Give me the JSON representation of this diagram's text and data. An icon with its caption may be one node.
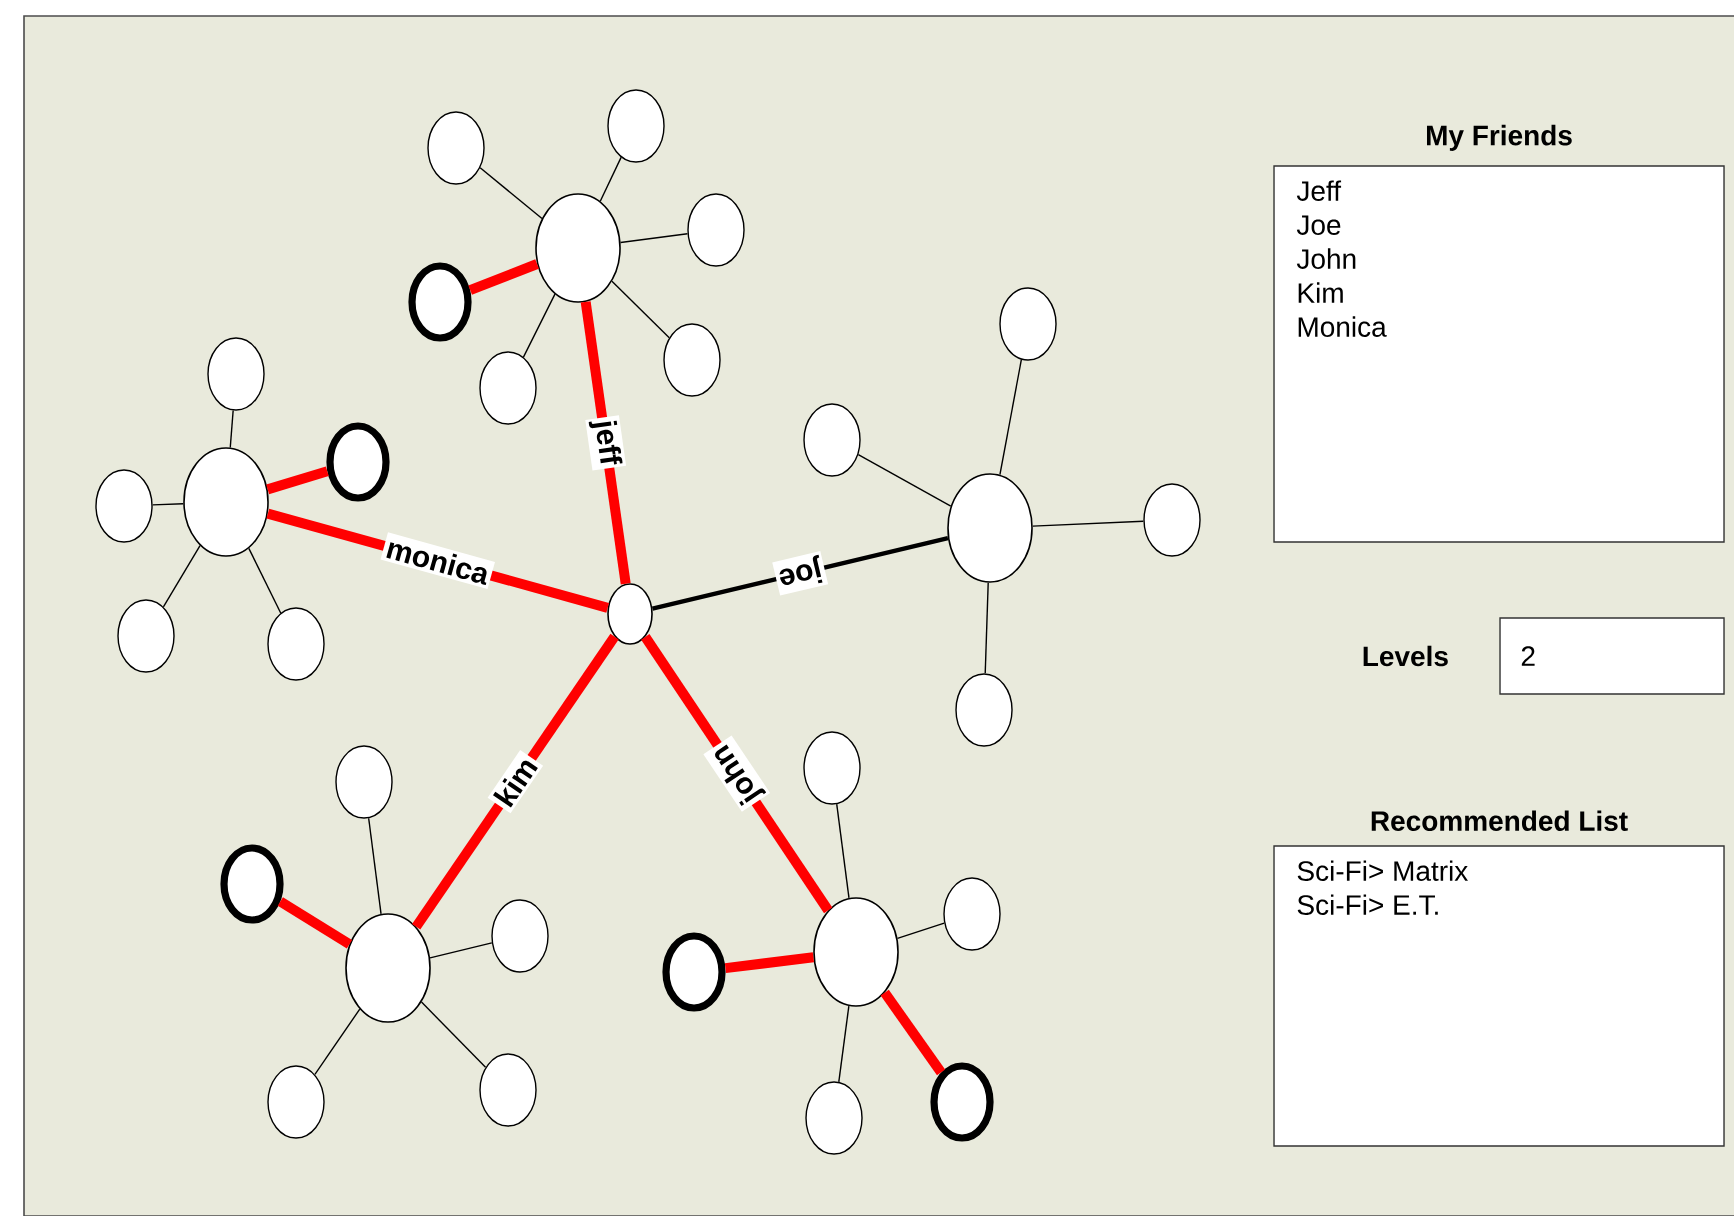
{
  "diagram": {
    "nodes": [
      {
        "text": [],
        "shape": "circle"
      },
      {
        "text": [],
        "shape": "circle"
      },
      {
        "text": [],
        "shape": "circle"
      },
      {
        "text": [],
        "shape": "circle"
      },
      {
        "text": [],
        "shape": "circle"
      },
      {
        "text": [],
        "shape": "circle"
      },
      {
        "text": [],
        "shape": "circle"
      },
      {
        "text": [],
        "shape": "circle"
      },
      {
        "text": [],
        "shape": "circle"
      },
      {
        "text": [],
        "shape": "circle"
      },
      {
        "text": [],
        "shape": "circle"
      },
      {
        "text": [],
        "shape": "circle"
      },
      {
        "text": [],
        "shape": "circle"
      },
      {
        "text": [],
        "shape": "circle"
      },
      {
        "text": [],
        "shape": "circle"
      },
      {
        "text": [],
        "shape": "circle"
      },
      {
        "text": [],
        "shape": "circle"
      },
      {
        "text": [],
        "shape": "circle"
      },
      {
        "text": [],
        "shape": "circle"
      },
      {
        "text": [],
        "shape": "circle"
      },
      {
        "text": [],
        "shape": "circle"
      },
      {
        "text": [],
        "shape": "circle"
      },
      {
        "text": [],
        "shape": "circle"
      },
      {
        "text": [],
        "shape": "circle"
      },
      {
        "text": [],
        "shape": "circle"
      },
      {
        "text": [],
        "shape": "circle"
      },
      {
        "text": [],
        "shape": "circle"
      },
      {
        "text": [],
        "shape": "circle"
      },
      {
        "text": [],
        "shape": "circle"
      },
      {
        "text": [],
        "shape": "circle"
      },
      {
        "text": [],
        "shape": "circle"
      },
      {
        "text": [
          "My Friends",
          "Jeff",
          "Joe",
          "John",
          "Kim",
          "Monica"
        ]
      },
      {
        "text": [
          "2"
        ],
        "beside": [
          "Levels"
        ]
      },
      {
        "text": [
          "Recommended List",
          "Sci-Fi> Matrix",
          "Sci-Fi> E.T."
        ]
      }
    ],
    "edges": [
      {
        "from": 1,
        "to": 0,
        "arrow": "none",
        "label": "jeff",
        "style": "thick",
        "color": "#ff0000"
      },
      {
        "from": 2,
        "to": 0,
        "arrow": "none",
        "label": "monica",
        "style": "thick",
        "color": "#ff0000"
      },
      {
        "from": 3,
        "to": 0,
        "arrow": "none",
        "label": "joe",
        "style": "thick"
      },
      {
        "from": 4,
        "to": 0,
        "arrow": "none",
        "label": "kim",
        "style": "thick",
        "color": "#ff0000"
      },
      {
        "from": 5,
        "to": 0,
        "arrow": "none",
        "label": "john",
        "style": "thick",
        "color": "#ff0000"
      },
      {
        "from": 1,
        "to": 6,
        "arrow": "none"
      },
      {
        "from": 1,
        "to": 7,
        "arrow": "none"
      },
      {
        "from": 1,
        "to": 8,
        "arrow": "none"
      },
      {
        "from": 1,
        "to": 9,
        "arrow": "none",
        "style": "thick",
        "color": "#ff0000"
      },
      {
        "from": 1,
        "to": 10,
        "arrow": "none"
      },
      {
        "from": 1,
        "to": 11,
        "arrow": "none"
      },
      {
        "from": 2,
        "to": 12,
        "arrow": "none"
      },
      {
        "from": 2,
        "to": 13,
        "arrow": "none",
        "style": "thick",
        "color": "#ff0000"
      },
      {
        "from": 2,
        "to": 14,
        "arrow": "none"
      },
      {
        "from": 2,
        "to": 15,
        "arrow": "none"
      },
      {
        "from": 2,
        "to": 16,
        "arrow": "none"
      },
      {
        "from": 3,
        "to": 17,
        "arrow": "none"
      },
      {
        "from": 3,
        "to": 18,
        "arrow": "none"
      },
      {
        "from": 3,
        "to": 19,
        "arrow": "none"
      },
      {
        "from": 3,
        "to": 20,
        "arrow": "none"
      },
      {
        "from": 4,
        "to": 21,
        "arrow": "none"
      },
      {
        "from": 4,
        "to": 22,
        "arrow": "none",
        "style": "thick",
        "color": "#ff0000"
      },
      {
        "from": 4,
        "to": 23,
        "arrow": "none"
      },
      {
        "from": 4,
        "to": 24,
        "arrow": "none"
      },
      {
        "from": 4,
        "to": 25,
        "arrow": "none"
      },
      {
        "from": 5,
        "to": 26,
        "arrow": "none"
      },
      {
        "from": 5,
        "to": 27,
        "arrow": "none"
      },
      {
        "from": 5,
        "to": 28,
        "arrow": "none",
        "style": "thick",
        "color": "#ff0000"
      },
      {
        "from": 5,
        "to": 29,
        "arrow": "none",
        "style": "thick",
        "color": "#ff0000"
      },
      {
        "from": 5,
        "to": 30,
        "arrow": "none"
      }
    ]
  }
}
